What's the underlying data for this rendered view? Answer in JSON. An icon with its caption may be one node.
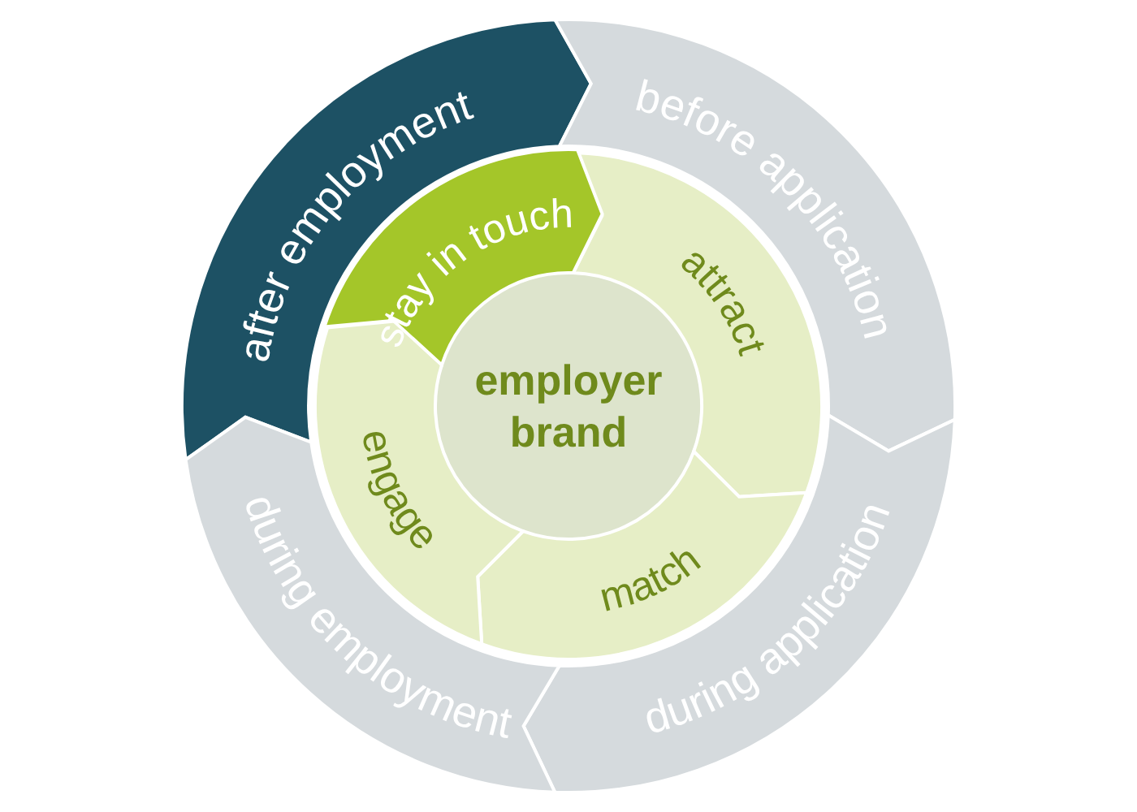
{
  "diagram": {
    "nodes": [
      {
        "text": [
          "after employment"
        ]
      },
      {
        "text": [
          "before application"
        ]
      },
      {
        "text": [
          "during application"
        ]
      },
      {
        "text": [
          "during employment"
        ]
      },
      {
        "text": [
          "stay in touch"
        ]
      },
      {
        "text": [
          "attract"
        ]
      },
      {
        "text": [
          "match"
        ]
      },
      {
        "text": [
          "engage"
        ]
      },
      {
        "text": [
          "employer brand"
        ]
      }
    ]
  }
}
